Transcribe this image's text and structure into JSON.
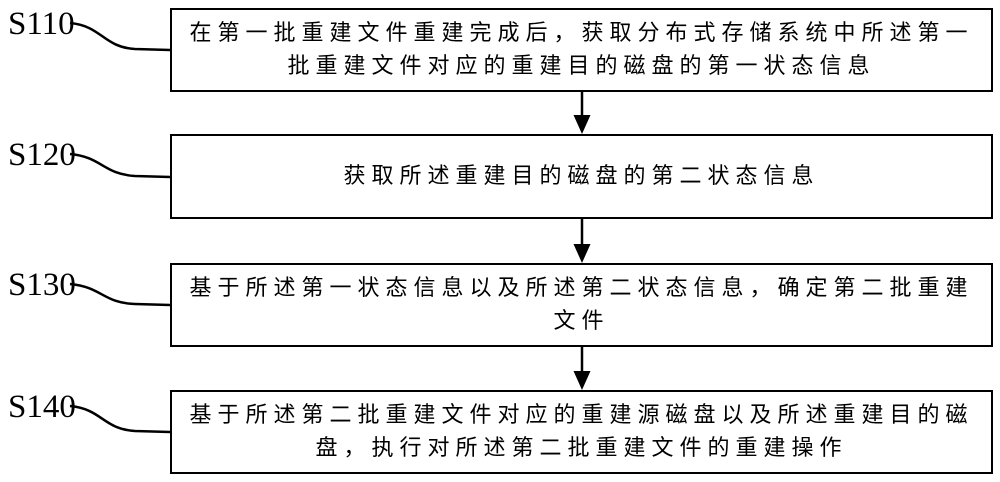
{
  "figure": {
    "background_color": "#ffffff",
    "line_color": "#000000",
    "type": "flowchart"
  },
  "steps": [
    {
      "label": "S110",
      "text": "在第一批重建文件重建完成后，获取分布式存储系统中所述第一批重建文件对应的重建目的磁盘的第一状态信息"
    },
    {
      "label": "S120",
      "text": "获取所述重建目的磁盘的第二状态信息"
    },
    {
      "label": "S130",
      "text": "基于所述第一状态信息以及所述第二状态信息，确定第二批重建文件"
    },
    {
      "label": "S140",
      "text": "基于所述第二批重建文件对应的重建源磁盘以及所述重建目的磁盘，执行对所述第二批重建文件的重建操作"
    }
  ]
}
